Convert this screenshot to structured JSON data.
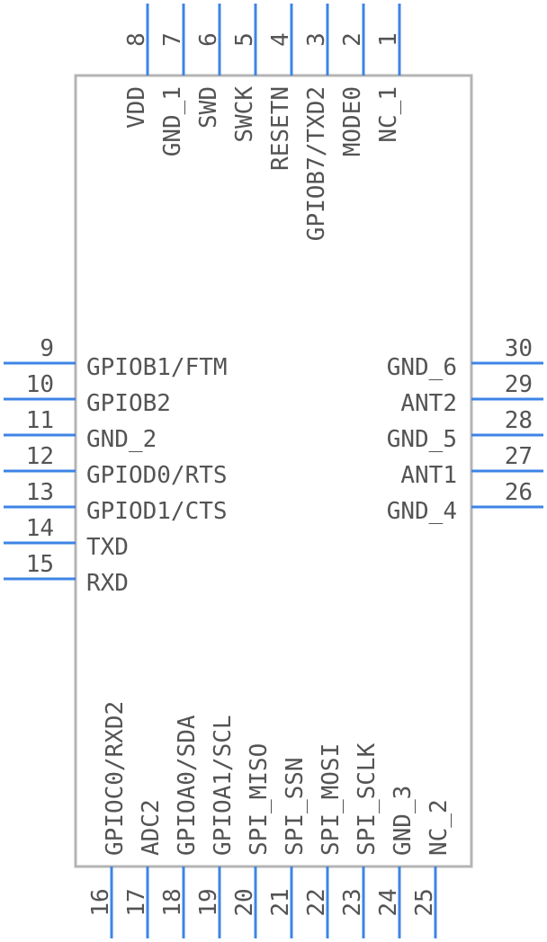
{
  "component": {
    "top_pins": [
      {
        "number": "1",
        "label": "NC_1"
      },
      {
        "number": "2",
        "label": "MODE0"
      },
      {
        "number": "3",
        "label": "GPIOB7/TXD2"
      },
      {
        "number": "4",
        "label": "RESETN"
      },
      {
        "number": "5",
        "label": "SWCK"
      },
      {
        "number": "6",
        "label": "SWD"
      },
      {
        "number": "7",
        "label": "GND_1"
      },
      {
        "number": "8",
        "label": "VDD"
      }
    ],
    "left_pins": [
      {
        "number": "9",
        "label": "GPIOB1/FTM"
      },
      {
        "number": "10",
        "label": "GPIOB2"
      },
      {
        "number": "11",
        "label": "GND_2"
      },
      {
        "number": "12",
        "label": "GPIOD0/RTS"
      },
      {
        "number": "13",
        "label": "GPIOD1/CTS"
      },
      {
        "number": "14",
        "label": "TXD"
      },
      {
        "number": "15",
        "label": "RXD"
      }
    ],
    "bottom_pins": [
      {
        "number": "16",
        "label": "GPIOC0/RXD2"
      },
      {
        "number": "17",
        "label": "ADC2"
      },
      {
        "number": "18",
        "label": "GPIOA0/SDA"
      },
      {
        "number": "19",
        "label": "GPIOA1/SCL"
      },
      {
        "number": "20",
        "label": "SPI_MISO"
      },
      {
        "number": "21",
        "label": "SPI_SSN"
      },
      {
        "number": "22",
        "label": "SPI_MOSI"
      },
      {
        "number": "23",
        "label": "SPI_SCLK"
      },
      {
        "number": "24",
        "label": "GND_3"
      },
      {
        "number": "25",
        "label": "NC_2"
      }
    ],
    "right_pins": [
      {
        "number": "26",
        "label": "GND_4"
      },
      {
        "number": "27",
        "label": "ANT1"
      },
      {
        "number": "28",
        "label": "GND_5"
      },
      {
        "number": "29",
        "label": "ANT2"
      },
      {
        "number": "30",
        "label": "GND_6"
      }
    ]
  },
  "colors": {
    "pin": "#3d84e6",
    "outline": "#b4b4b4",
    "text": "#545454"
  }
}
